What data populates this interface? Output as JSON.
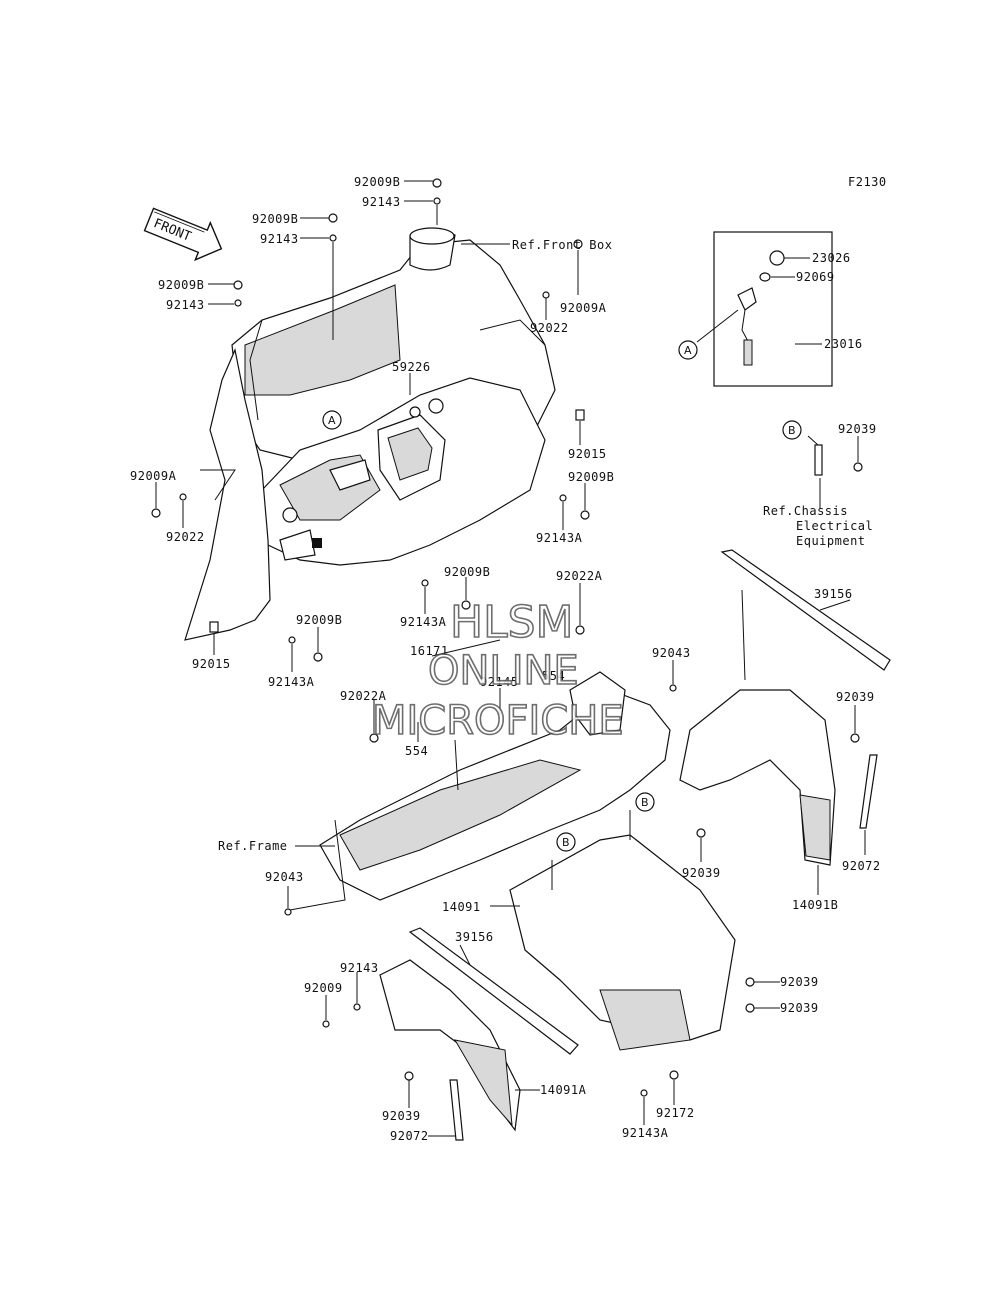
{
  "figure_code": "F2130",
  "front_arrow": "FRONT",
  "watermark": [
    "HLSM",
    "ONLINE",
    "MICROFICHE"
  ],
  "callouts": [
    "A",
    "B"
  ],
  "labels": [
    {
      "id": "l1",
      "text": "92009B"
    },
    {
      "id": "l2",
      "text": "92143"
    },
    {
      "id": "l3",
      "text": "92009B"
    },
    {
      "id": "l4",
      "text": "92143"
    },
    {
      "id": "l5",
      "text": "92009B"
    },
    {
      "id": "l6",
      "text": "92143"
    },
    {
      "id": "l7",
      "text": "92009A"
    },
    {
      "id": "l8",
      "text": "92022"
    },
    {
      "id": "l9",
      "text": "59226"
    },
    {
      "id": "l10",
      "text": "92015"
    },
    {
      "id": "l11",
      "text": "92009B"
    },
    {
      "id": "l12",
      "text": "92143A"
    },
    {
      "id": "l13",
      "text": "92009A"
    },
    {
      "id": "l14",
      "text": "92022"
    },
    {
      "id": "l15",
      "text": "92009B"
    },
    {
      "id": "l16",
      "text": "92143A"
    },
    {
      "id": "l17",
      "text": "92015"
    },
    {
      "id": "l18",
      "text": "92009B"
    },
    {
      "id": "l19",
      "text": "92143A"
    },
    {
      "id": "l20",
      "text": "92022A"
    },
    {
      "id": "l21",
      "text": "16171"
    },
    {
      "id": "l22",
      "text": "92145"
    },
    {
      "id": "l23",
      "text": "554"
    },
    {
      "id": "l24",
      "text": "92022A"
    },
    {
      "id": "l25",
      "text": "554"
    },
    {
      "id": "l26",
      "text": "92043"
    },
    {
      "id": "l27",
      "text": "23026"
    },
    {
      "id": "l28",
      "text": "92069"
    },
    {
      "id": "l29",
      "text": "23016"
    },
    {
      "id": "l30",
      "text": "92039"
    },
    {
      "id": "l31",
      "text": "39156"
    },
    {
      "id": "l32",
      "text": "92039"
    },
    {
      "id": "l33",
      "text": "92072"
    },
    {
      "id": "l34",
      "text": "14091B"
    },
    {
      "id": "l35",
      "text": "92039"
    },
    {
      "id": "l36",
      "text": "14091"
    },
    {
      "id": "l37",
      "text": "92043"
    },
    {
      "id": "l38",
      "text": "39156"
    },
    {
      "id": "l39",
      "text": "92143"
    },
    {
      "id": "l40",
      "text": "92009"
    },
    {
      "id": "l41",
      "text": "92039"
    },
    {
      "id": "l42",
      "text": "92039"
    },
    {
      "id": "l43",
      "text": "92039"
    },
    {
      "id": "l44",
      "text": "14091A"
    },
    {
      "id": "l45",
      "text": "92072"
    },
    {
      "id": "l46",
      "text": "92172"
    },
    {
      "id": "l47",
      "text": "92143A"
    }
  ],
  "references": {
    "front_box": "Ref.Front Box",
    "chassis_1": "Ref.Chassis",
    "chassis_2": "Electrical",
    "chassis_3": "Equipment",
    "frame": "Ref.Frame"
  }
}
